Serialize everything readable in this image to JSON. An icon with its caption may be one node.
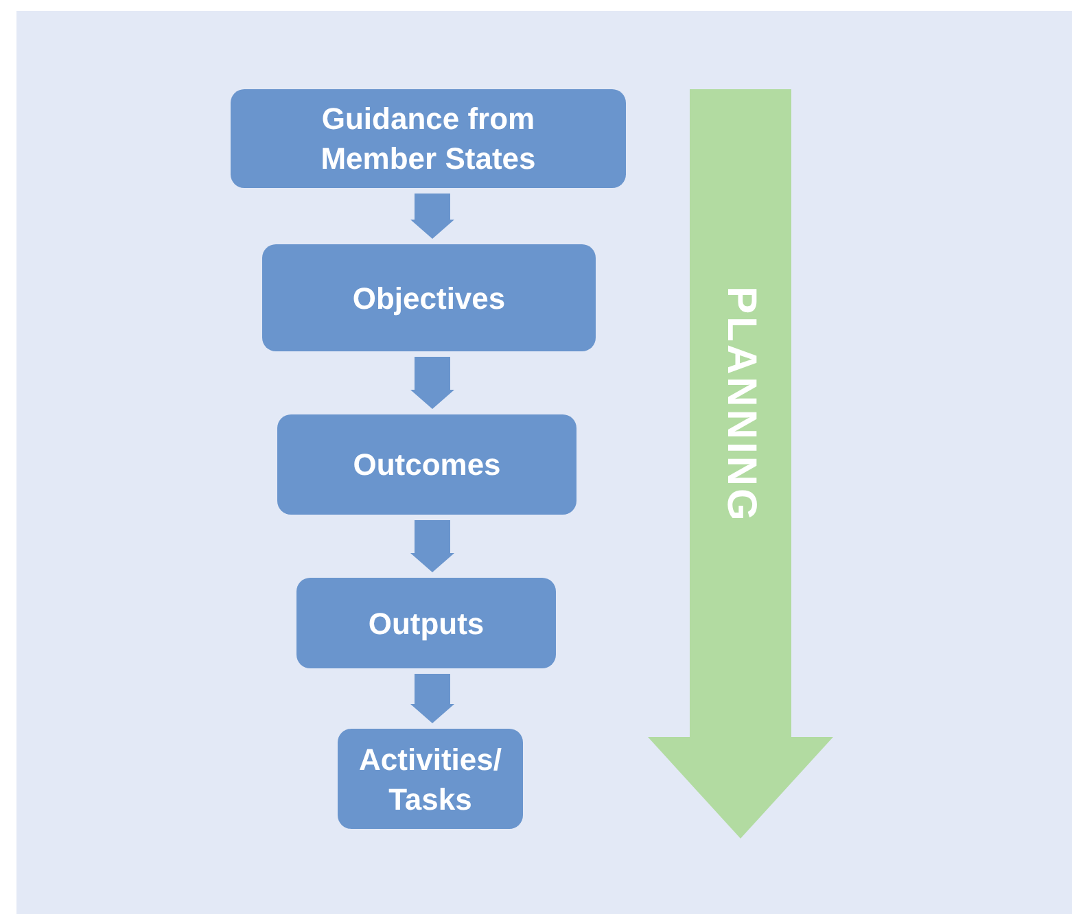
{
  "diagram": {
    "nodes": [
      {
        "text": [
          "Guidance from Member States"
        ]
      },
      {
        "text": [
          "Objectives"
        ]
      },
      {
        "text": [
          "Outcomes"
        ]
      },
      {
        "text": [
          "Outputs"
        ]
      },
      {
        "text": [
          "Activities/ Tasks"
        ]
      },
      {
        "text": [
          "PLANNING"
        ]
      }
    ],
    "edges": [
      {
        "from": 0,
        "to": 1,
        "arrow": "to"
      },
      {
        "from": 1,
        "to": 2,
        "arrow": "to"
      },
      {
        "from": 2,
        "to": 3,
        "arrow": "to"
      },
      {
        "from": 3,
        "to": 4,
        "arrow": "to"
      }
    ]
  }
}
